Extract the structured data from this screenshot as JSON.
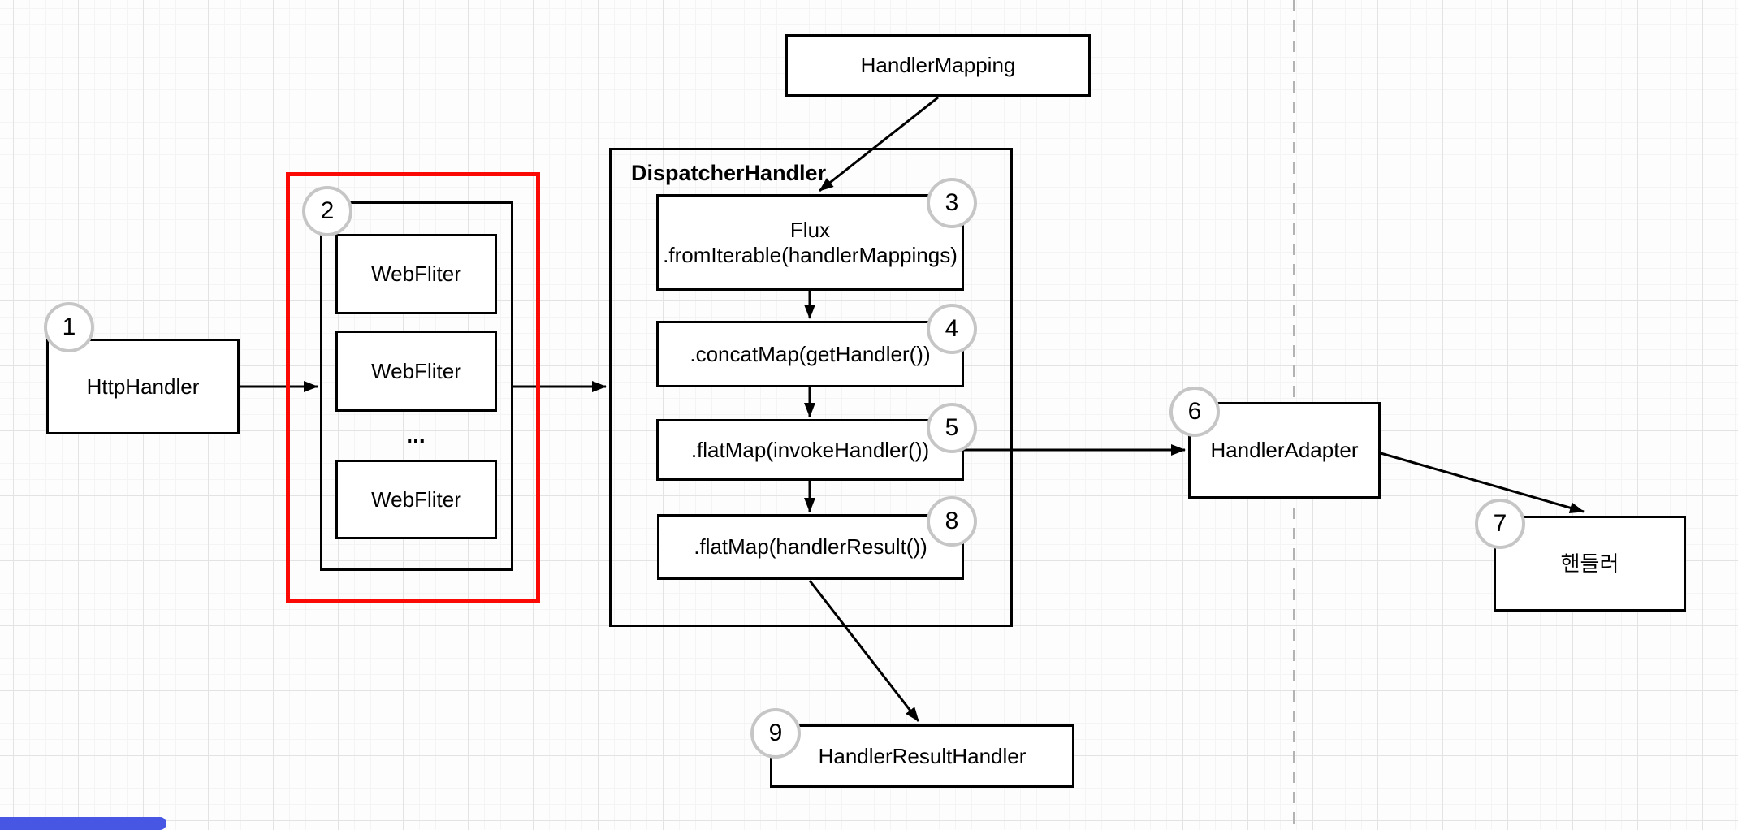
{
  "diagram": {
    "nodes": {
      "handler_mapping": "HandlerMapping",
      "dispatcher_title": "DispatcherHandler",
      "flux_line1": "Flux",
      "flux_line2": ".fromIterable(handlerMappings)",
      "concat_map": ".concatMap(getHandler())",
      "flat_map_invoke": ".flatMap(invokeHandler())",
      "flat_map_result": ".flatMap(handlerResult())",
      "http_handler": "HttpHandler",
      "web_filter_1": "WebFliter",
      "web_filter_2": "WebFliter",
      "web_filter_3": "WebFliter",
      "ellipsis": "...",
      "handler_adapter": "HandlerAdapter",
      "handler_korean": "핸들러",
      "handler_result_handler": "HandlerResultHandler"
    },
    "badges": {
      "b1": "1",
      "b2": "2",
      "b3": "3",
      "b4": "4",
      "b5": "5",
      "b6": "6",
      "b7": "7",
      "b8": "8",
      "b9": "9"
    },
    "colors": {
      "shape_border": "#000000",
      "red_accent": "#fb0905",
      "badge_border": "#c6c6c6",
      "dashed_guide": "#b3b3b3",
      "scrollbar_thumb": "#4757e3"
    }
  }
}
